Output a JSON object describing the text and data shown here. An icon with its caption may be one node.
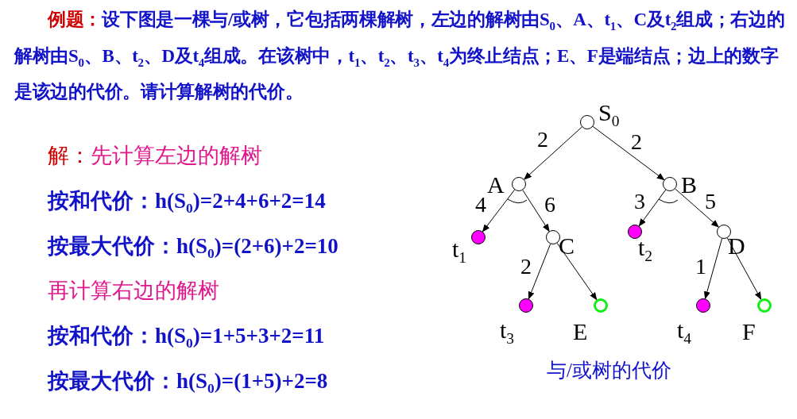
{
  "diagram": {
    "caption": "与/或树的代价",
    "nodes": [
      {
        "text": [],
        "shape": "circle",
        "beside": [
          "S$_{0}$"
        ]
      },
      {
        "text": [],
        "shape": "circle",
        "beside": [
          "A"
        ]
      },
      {
        "text": [],
        "shape": "circle",
        "beside": [
          "B"
        ]
      },
      {
        "text": [],
        "shape": "circle",
        "beside": [
          "t$_{1}$"
        ]
      },
      {
        "text": [],
        "shape": "circle",
        "beside": [
          "C"
        ]
      },
      {
        "text": [],
        "shape": "circle",
        "beside": [
          "t$_{2}$"
        ]
      },
      {
        "text": [],
        "shape": "circle",
        "beside": [
          "D"
        ]
      },
      {
        "text": [],
        "shape": "circle",
        "beside": [
          "t$_{3}$"
        ]
      },
      {
        "text": [],
        "shape": "circle",
        "beside": [
          "E"
        ]
      },
      {
        "text": [],
        "shape": "circle",
        "beside": [
          "t$_{4}$"
        ]
      },
      {
        "text": [],
        "shape": "circle",
        "beside": [
          "F"
        ]
      }
    ],
    "edges": [
      {
        "from": 0,
        "to": 1,
        "arrow": "to",
        "label": "2"
      },
      {
        "from": 0,
        "to": 2,
        "arrow": "to",
        "label": "2"
      },
      {
        "from": 1,
        "to": 3,
        "arrow": "to",
        "label": "4"
      },
      {
        "from": 1,
        "to": 4,
        "arrow": "to",
        "label": "6"
      },
      {
        "from": 2,
        "to": 5,
        "arrow": "to",
        "label": "3"
      },
      {
        "from": 2,
        "to": 6,
        "arrow": "to",
        "label": "5"
      },
      {
        "from": 4,
        "to": 7,
        "arrow": "to",
        "label": "2"
      },
      {
        "from": 4,
        "to": 8,
        "arrow": "to"
      },
      {
        "from": 6,
        "to": 9,
        "arrow": "to",
        "label": "1"
      },
      {
        "from": 6,
        "to": 10,
        "arrow": "to"
      }
    ],
    "labels": [
      "例题：",
      "设下图是一棵与/或树，它包括两棵解树，左边的解树由S$_{0}$、A、t$_{1}$、C及t$_{2}$组成；右边的解树由S$_{0}$、B、t$_{2}$、D及t$_{4}$组成。在该树中，t$_{1}$、t$_{2}$、t$_{3}$、t$_{4}$为终止结点；E、F是端结点；边上的数字是该边的代价。请计算解树的代价。",
      "解：",
      "先计算左边的解树",
      "按和代价：h(S$_{0}$)=2+4+6+2=14",
      "按最大代价：h(S$_{0}$)=(2+6)+2=10",
      "再计算右边的解树",
      "按和代价：h(S$_{0}$)=1+5+3+2=11",
      "按最大代价：h(S$_{0}$)=(1+5)+2=8"
    ]
  }
}
